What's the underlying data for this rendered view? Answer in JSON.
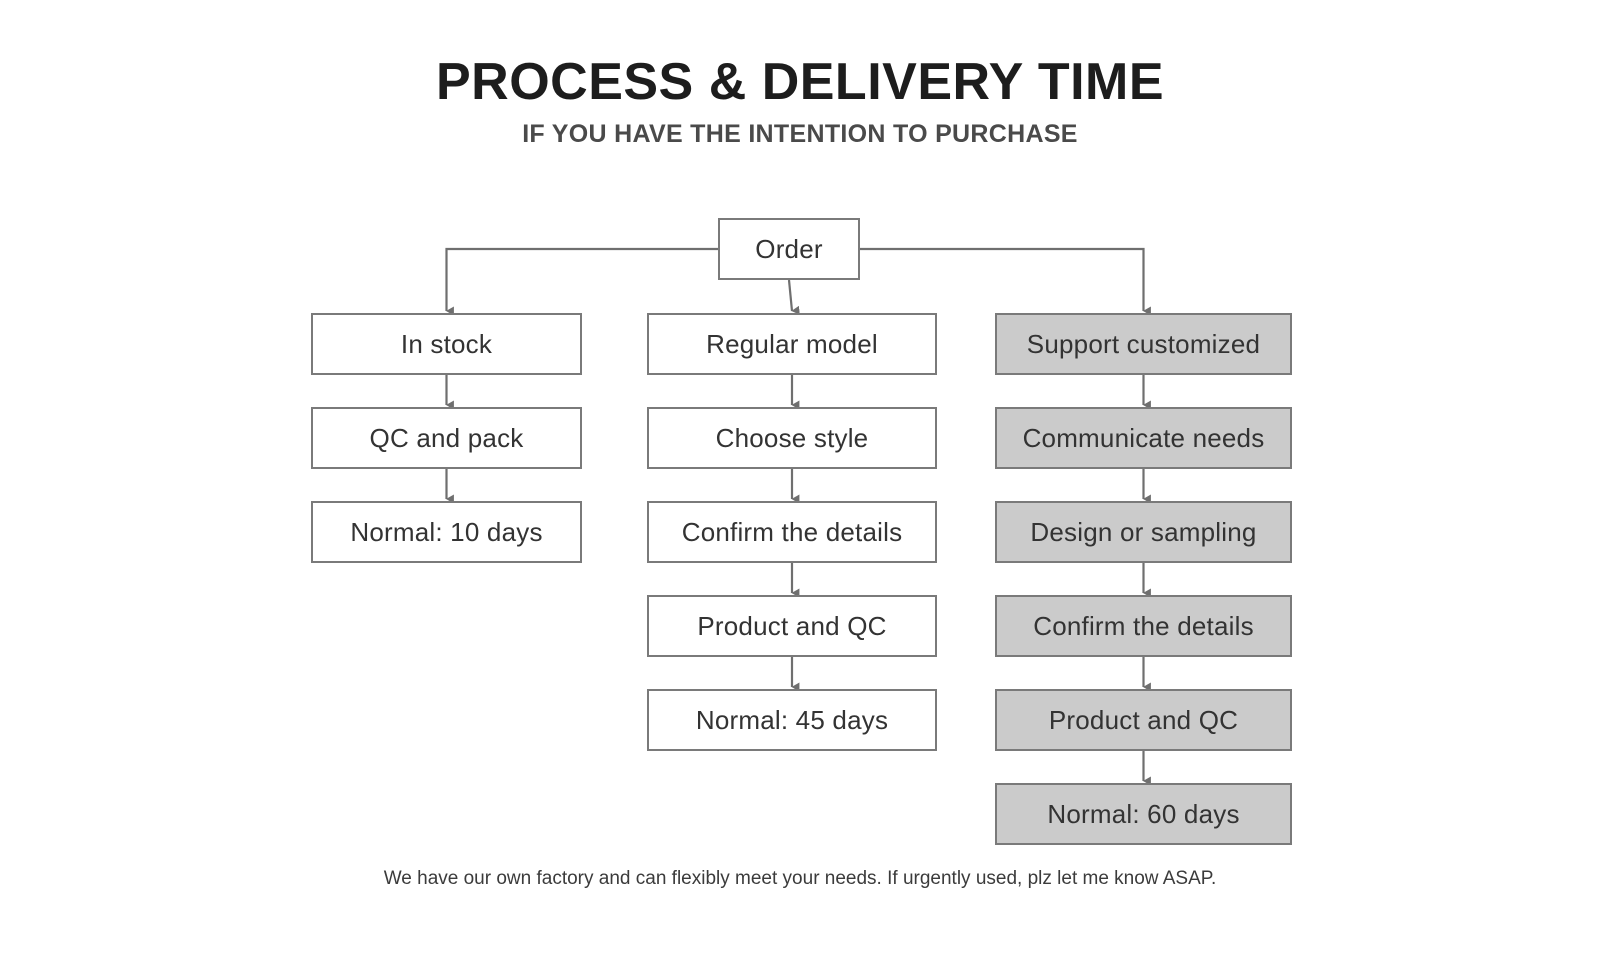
{
  "header": {
    "title": "PROCESS & DELIVERY TIME",
    "subtitle": "IF YOU HAVE THE INTENTION TO PURCHASE"
  },
  "colors": {
    "background": "#ffffff",
    "box_border": "#7a7a7a",
    "box_fill_plain": "#ffffff",
    "box_fill_shaded": "#cbcbcb",
    "connector": "#6f6f6f",
    "title_text": "#1d1d1d",
    "subtitle_text": "#4a4a4a",
    "body_text": "#333333"
  },
  "flowchart": {
    "root": {
      "label": "Order"
    },
    "branches": [
      {
        "name": "in-stock",
        "shaded": false,
        "steps": [
          {
            "label": "In stock"
          },
          {
            "label": "QC and pack"
          },
          {
            "label": "Normal: 10 days"
          }
        ]
      },
      {
        "name": "regular-model",
        "shaded": false,
        "steps": [
          {
            "label": "Regular model"
          },
          {
            "label": "Choose style"
          },
          {
            "label": "Confirm the details"
          },
          {
            "label": "Product and QC"
          },
          {
            "label": "Normal: 45 days"
          }
        ]
      },
      {
        "name": "support-customized",
        "shaded": true,
        "steps": [
          {
            "label": "Support customized"
          },
          {
            "label": "Communicate needs"
          },
          {
            "label": "Design or sampling"
          },
          {
            "label": "Confirm the details"
          },
          {
            "label": "Product and QC"
          },
          {
            "label": "Normal: 60 days"
          }
        ]
      }
    ]
  },
  "footer": {
    "note": "We have our own factory and can flexibly meet your needs. If urgently used, plz let me know ASAP."
  }
}
